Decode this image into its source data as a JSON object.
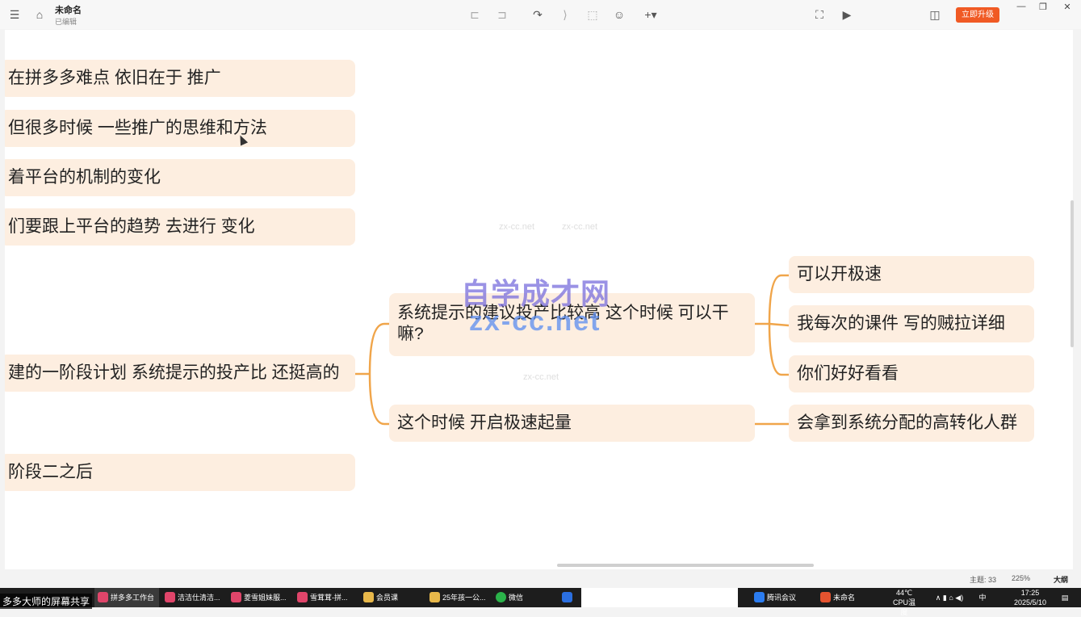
{
  "app": {
    "doc_title": "未命名",
    "doc_status": "已编辑",
    "upgrade_label": "立即升级"
  },
  "mindmap": {
    "left_nodes": [
      "在拼多多难点  依旧在于 推广",
      "但很多时候  一些推广的思维和方法",
      "着平台的机制的变化",
      "们要跟上平台的趋势 去进行 变化",
      "建的一阶段计划  系统提示的投产比 还挺高的",
      "阶段二之后"
    ],
    "middle_nodes": [
      "系统提示的建议投产比较高  这个时候 可以干嘛?",
      "这个时候 开启极速起量"
    ],
    "right_nodes": [
      "可以开极速",
      "我每次的课件 写的贼拉详细",
      "你们好好看看",
      "会拿到系统分配的高转化人群"
    ],
    "link_color": "#f0a54a",
    "node_color": "#fdeee0"
  },
  "watermark": {
    "big_cn": "自学成才网",
    "big_en": "zx-cc.net",
    "small": "zx-cc.net"
  },
  "status": {
    "topic_count": "主题: 33",
    "zoom": "225%",
    "outline": "大纲"
  },
  "taskbar": {
    "share_label": "多多大师的屏幕共享",
    "items": [
      "拼多多工作台",
      "洁洁仕清洁...",
      "菱雪姐妹服...",
      "雪茸茸-拼...",
      "会员课",
      "25年孩一公...",
      "微信",
      "腾讯会议",
      "未命名"
    ],
    "temp": "44℃",
    "cpu": "CPU温度",
    "time": "17:25",
    "date": "2025/5/10",
    "ime": "中"
  }
}
